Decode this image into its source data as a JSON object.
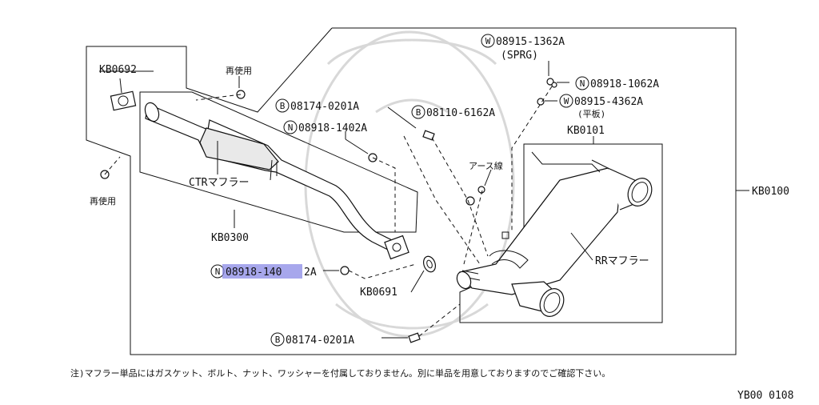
{
  "labels": {
    "kb0692": "KB0692",
    "reuse_top": "再使用",
    "reuse_left": "再使用",
    "bolt_08174_top": "08174-0201A",
    "bolt_08110": "08110-6162A",
    "nut_08918_upper": "08918-1402A",
    "washer_08915_1362": "08915-1362A",
    "sprg": "(SPRG)",
    "nut_08918_1062": "08918-1062A",
    "washer_08915_4362": "08915-4362A",
    "flat": "(平板)",
    "kb0101": "KB0101",
    "kb0100": "KB0100",
    "ctr_muffler": "CTRマフラー",
    "kb0300": "KB0300",
    "nut_08918_lower_hl": "08918-140",
    "nut_08918_lower_rest": "2A",
    "kb0691": "KB0691",
    "earth_wire": "アース線",
    "rr_muffler": "RRマフラー",
    "bolt_08174_bottom": "08174-0201A",
    "mark_b": "B",
    "mark_n": "N",
    "mark_w": "W"
  },
  "footnote": "注)マフラー単品にはガスケット、ボルト、ナット、ワッシャーを付属しておりません。別に単品を用意しておりますのでご確認下さい。",
  "diagram_code": "YB00 0108"
}
